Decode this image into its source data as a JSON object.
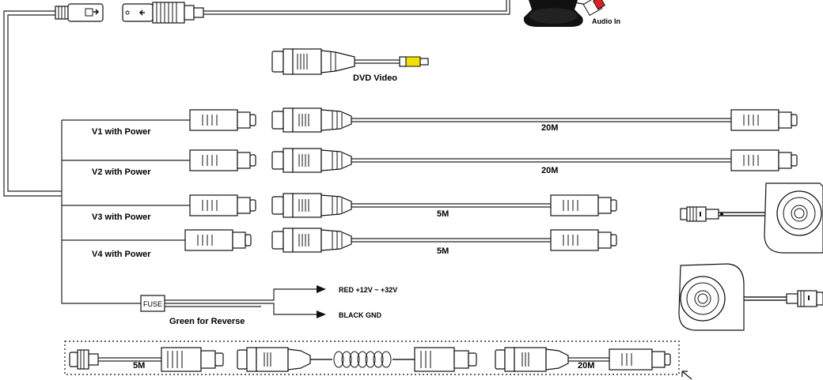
{
  "labels": {
    "audio_in": "Audio In",
    "dvd_video": "DVD Video",
    "v1": "V1 with Power",
    "v2": "V2 with Power",
    "v3": "V3 with Power",
    "v4": "V4 with Power",
    "cable_20m_a": "20M",
    "cable_20m_b": "20M",
    "cable_5m_a": "5M",
    "cable_5m_b": "5M",
    "fuse": "FUSE",
    "green_reverse": "Green for Reverse",
    "red_power": "RED +12V ~ +32V",
    "black_gnd": "BLACK GND",
    "ext_5m": "5M",
    "ext_20m": "20M"
  },
  "colors": {
    "line": "#222222",
    "video_plug": "#f2e000",
    "audio_plug": "#e02020",
    "dotted_border": "#333333"
  }
}
